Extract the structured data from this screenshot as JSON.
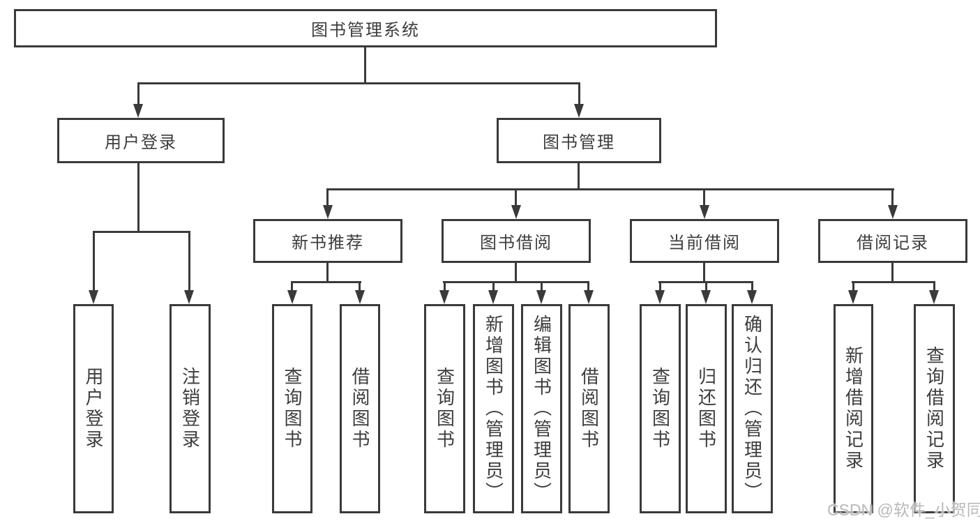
{
  "colors": {
    "line": "#3a3a3a",
    "text": "#3d3d3d",
    "background": "#ffffff",
    "watermark": "#b9b9b9"
  },
  "watermark": {
    "text": "CSDN @软件_小贺同学"
  },
  "tree": {
    "root": "图书管理系统",
    "branches": [
      {
        "label": "用户登录",
        "leaves": [
          "用户登录",
          "注销登录"
        ]
      },
      {
        "label": "图书管理",
        "groups": [
          {
            "label": "新书推荐",
            "leaves": [
              "查询图书",
              "借阅图书"
            ]
          },
          {
            "label": "图书借阅",
            "leaves": [
              "查询图书",
              "新增图书（管理员）",
              "编辑图书（管理员）",
              "借阅图书"
            ]
          },
          {
            "label": "当前借阅",
            "leaves": [
              "查询图书",
              "归还图书",
              "确认归还（管理员）"
            ]
          },
          {
            "label": "借阅记录",
            "leaves": [
              "新增借阅记录",
              "查询借阅记录"
            ]
          }
        ]
      }
    ]
  }
}
